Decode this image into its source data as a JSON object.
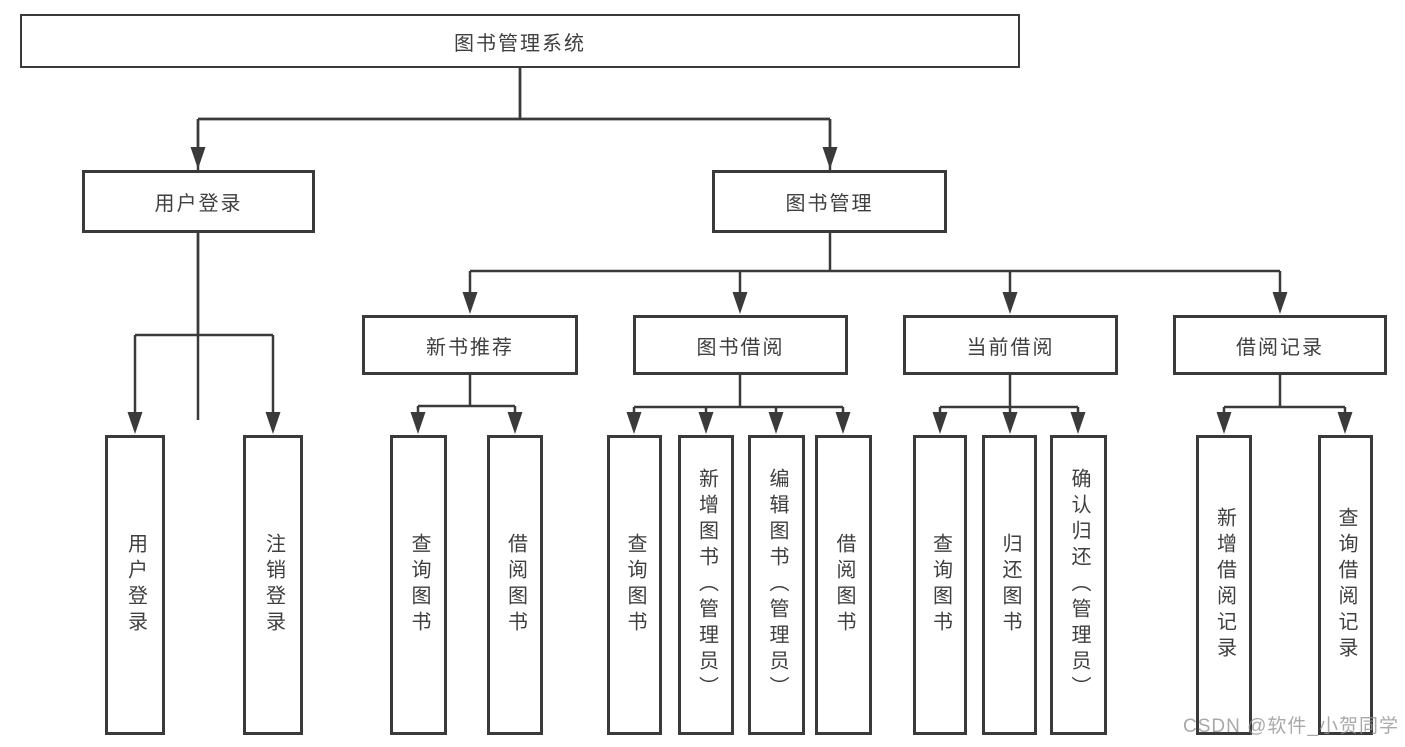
{
  "tree": {
    "label": "图书管理系统",
    "children": [
      {
        "label": "用户登录",
        "children": [
          {
            "label": "用户登录"
          },
          {
            "label": "注销登录"
          }
        ]
      },
      {
        "label": "图书管理",
        "children": [
          {
            "label": "新书推荐",
            "children": [
              {
                "label": "查询图书"
              },
              {
                "label": "借阅图书"
              }
            ]
          },
          {
            "label": "图书借阅",
            "children": [
              {
                "label": "查询图书"
              },
              {
                "label": "新增图书（管理员）"
              },
              {
                "label": "编辑图书（管理员）"
              },
              {
                "label": "借阅图书"
              }
            ]
          },
          {
            "label": "当前借阅",
            "children": [
              {
                "label": "查询图书"
              },
              {
                "label": "归还图书"
              },
              {
                "label": "确认归还（管理员）"
              }
            ]
          },
          {
            "label": "借阅记录",
            "children": [
              {
                "label": "新增借阅记录"
              },
              {
                "label": "查询借阅记录"
              }
            ]
          }
        ]
      }
    ]
  },
  "watermark": {
    "text": "CSDN @软件_小贺同学"
  },
  "colors": {
    "line": "#3a3a3a",
    "box_border": "#3a3a3a",
    "text": "#3f3f3f",
    "watermark_gray": "#919191",
    "background": "#ffffff"
  }
}
